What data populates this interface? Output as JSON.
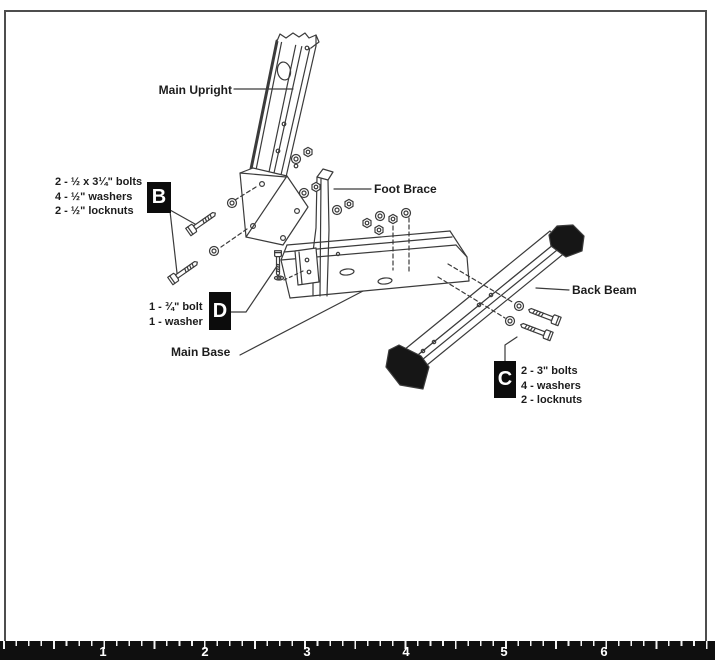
{
  "diagram": {
    "part_labels": {
      "main_upright": "Main Upright",
      "foot_brace": "Foot Brace",
      "back_beam": "Back Beam",
      "main_base": "Main Base"
    },
    "callouts": {
      "b": {
        "letter": "B",
        "lines": [
          "2 - ½ x 3¼\" bolts",
          "4 - ½\" washers",
          "2 - ½\" locknuts"
        ]
      },
      "c": {
        "letter": "C",
        "lines": [
          "2 - 3\" bolts",
          "4 - washers",
          "2 - locknuts"
        ]
      },
      "d": {
        "letter": "D",
        "lines": [
          "1 - ¾\" bolt",
          "1 - washer"
        ]
      }
    },
    "colors": {
      "line": "#3b3b3b",
      "ink": "#1c1c1c",
      "callout_bg": "#0c0c0c",
      "end_cap": "#161616",
      "ruler_bar": "#0f0f0f"
    }
  },
  "ruler": {
    "numbers": [
      "1",
      "2",
      "3",
      "4",
      "5",
      "6"
    ]
  }
}
